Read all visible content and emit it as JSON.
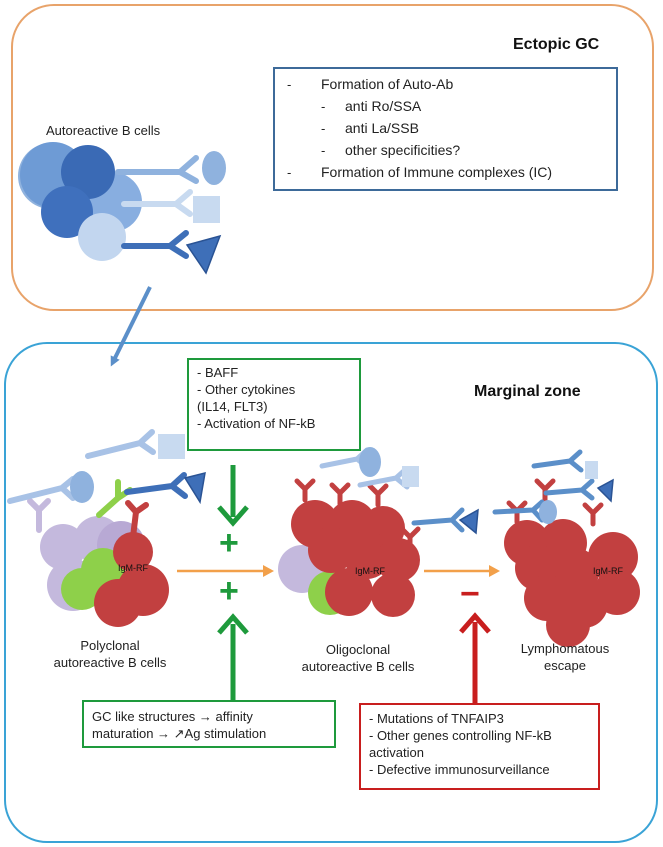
{
  "colors": {
    "ectopic_border": "#e8a36a",
    "marginal_border": "#3aa3d6",
    "green": "#1e9a3c",
    "red": "#c81e1e",
    "orange_arrow": "#f2a04a",
    "blue_arrow": "#5b8fc9"
  },
  "ectopic": {
    "title": "Ectopic GC",
    "cells_label": "Autoreactive B cells",
    "info": [
      {
        "dash": "-",
        "text": "Formation of Auto-Ab",
        "level": 0
      },
      {
        "dash": "-",
        "text": "anti Ro/SSA",
        "level": 1
      },
      {
        "dash": "-",
        "text": "anti La/SSB",
        "level": 1
      },
      {
        "dash": "-",
        "text": "other specificities?",
        "level": 1
      },
      {
        "dash": "-",
        "text": "Formation of Immune complexes (IC)",
        "level": 0
      }
    ]
  },
  "marginal": {
    "title": "Marginal zone",
    "top_box": [
      "- BAFF",
      "- Other cytokines",
      "(IL14, FLT3)",
      "- Activation of NF-kB"
    ],
    "bottom_green_box": [
      "GC like structures → affinity",
      "maturation → ↗Ag stimulation"
    ],
    "red_box": [
      "- Mutations of TNFAIP3",
      "- Other genes controlling NF-kB",
      "activation",
      "- Defective immunosurveillance"
    ],
    "igm1": "IgM-RF",
    "igm2": "IgM-RF",
    "igm3": "IgM-RF",
    "stage1": [
      "Polyclonal",
      "autoreactive B cells"
    ],
    "stage2": [
      "Oligoclonal",
      "autoreactive B cells"
    ],
    "stage3": [
      "Lymphomatous",
      "escape"
    ],
    "plus1": "+",
    "plus2": "+",
    "minus": "−"
  }
}
